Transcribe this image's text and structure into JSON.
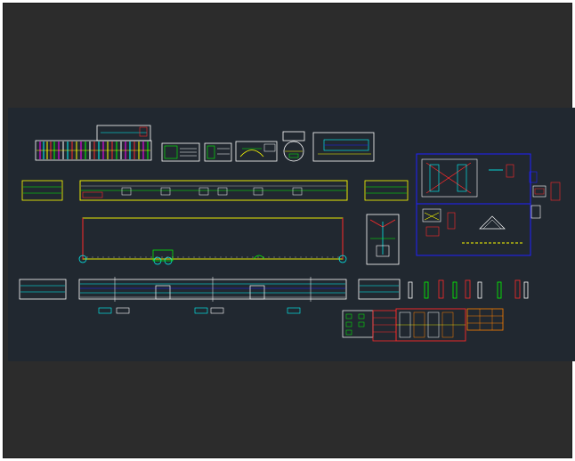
{
  "window": {
    "background": "#2c2c2c"
  },
  "viewport": {
    "background": "#212830",
    "colors": {
      "white": "#ffffff",
      "yellow": "#ffff00",
      "cyan": "#00ffff",
      "green": "#00ff00",
      "red": "#ff2a2a",
      "magenta": "#ff00ff",
      "blue": "#2020ff",
      "orange": "#ff8000"
    },
    "sheets": [
      {
        "name": "sheet-color-strip",
        "interactable": true
      },
      {
        "name": "sheet-title-block",
        "interactable": true
      },
      {
        "name": "sheet-legend-1",
        "interactable": true
      },
      {
        "name": "sheet-legend-2",
        "interactable": true
      },
      {
        "name": "sheet-detail-arch",
        "interactable": true
      },
      {
        "name": "sheet-symbol-box",
        "interactable": true
      },
      {
        "name": "sheet-circle-detail",
        "interactable": true
      },
      {
        "name": "sheet-small-elevation",
        "interactable": true
      },
      {
        "name": "sheet-roof-plan",
        "interactable": true
      },
      {
        "name": "sheet-floor-plan",
        "interactable": true
      },
      {
        "name": "sheet-section-detail",
        "interactable": true
      },
      {
        "name": "sheet-long-elevation",
        "interactable": true
      },
      {
        "name": "sheet-blue-frame-details",
        "interactable": true
      },
      {
        "name": "sheet-door-schedule",
        "interactable": true
      },
      {
        "name": "sheet-column-details",
        "interactable": true
      }
    ]
  }
}
